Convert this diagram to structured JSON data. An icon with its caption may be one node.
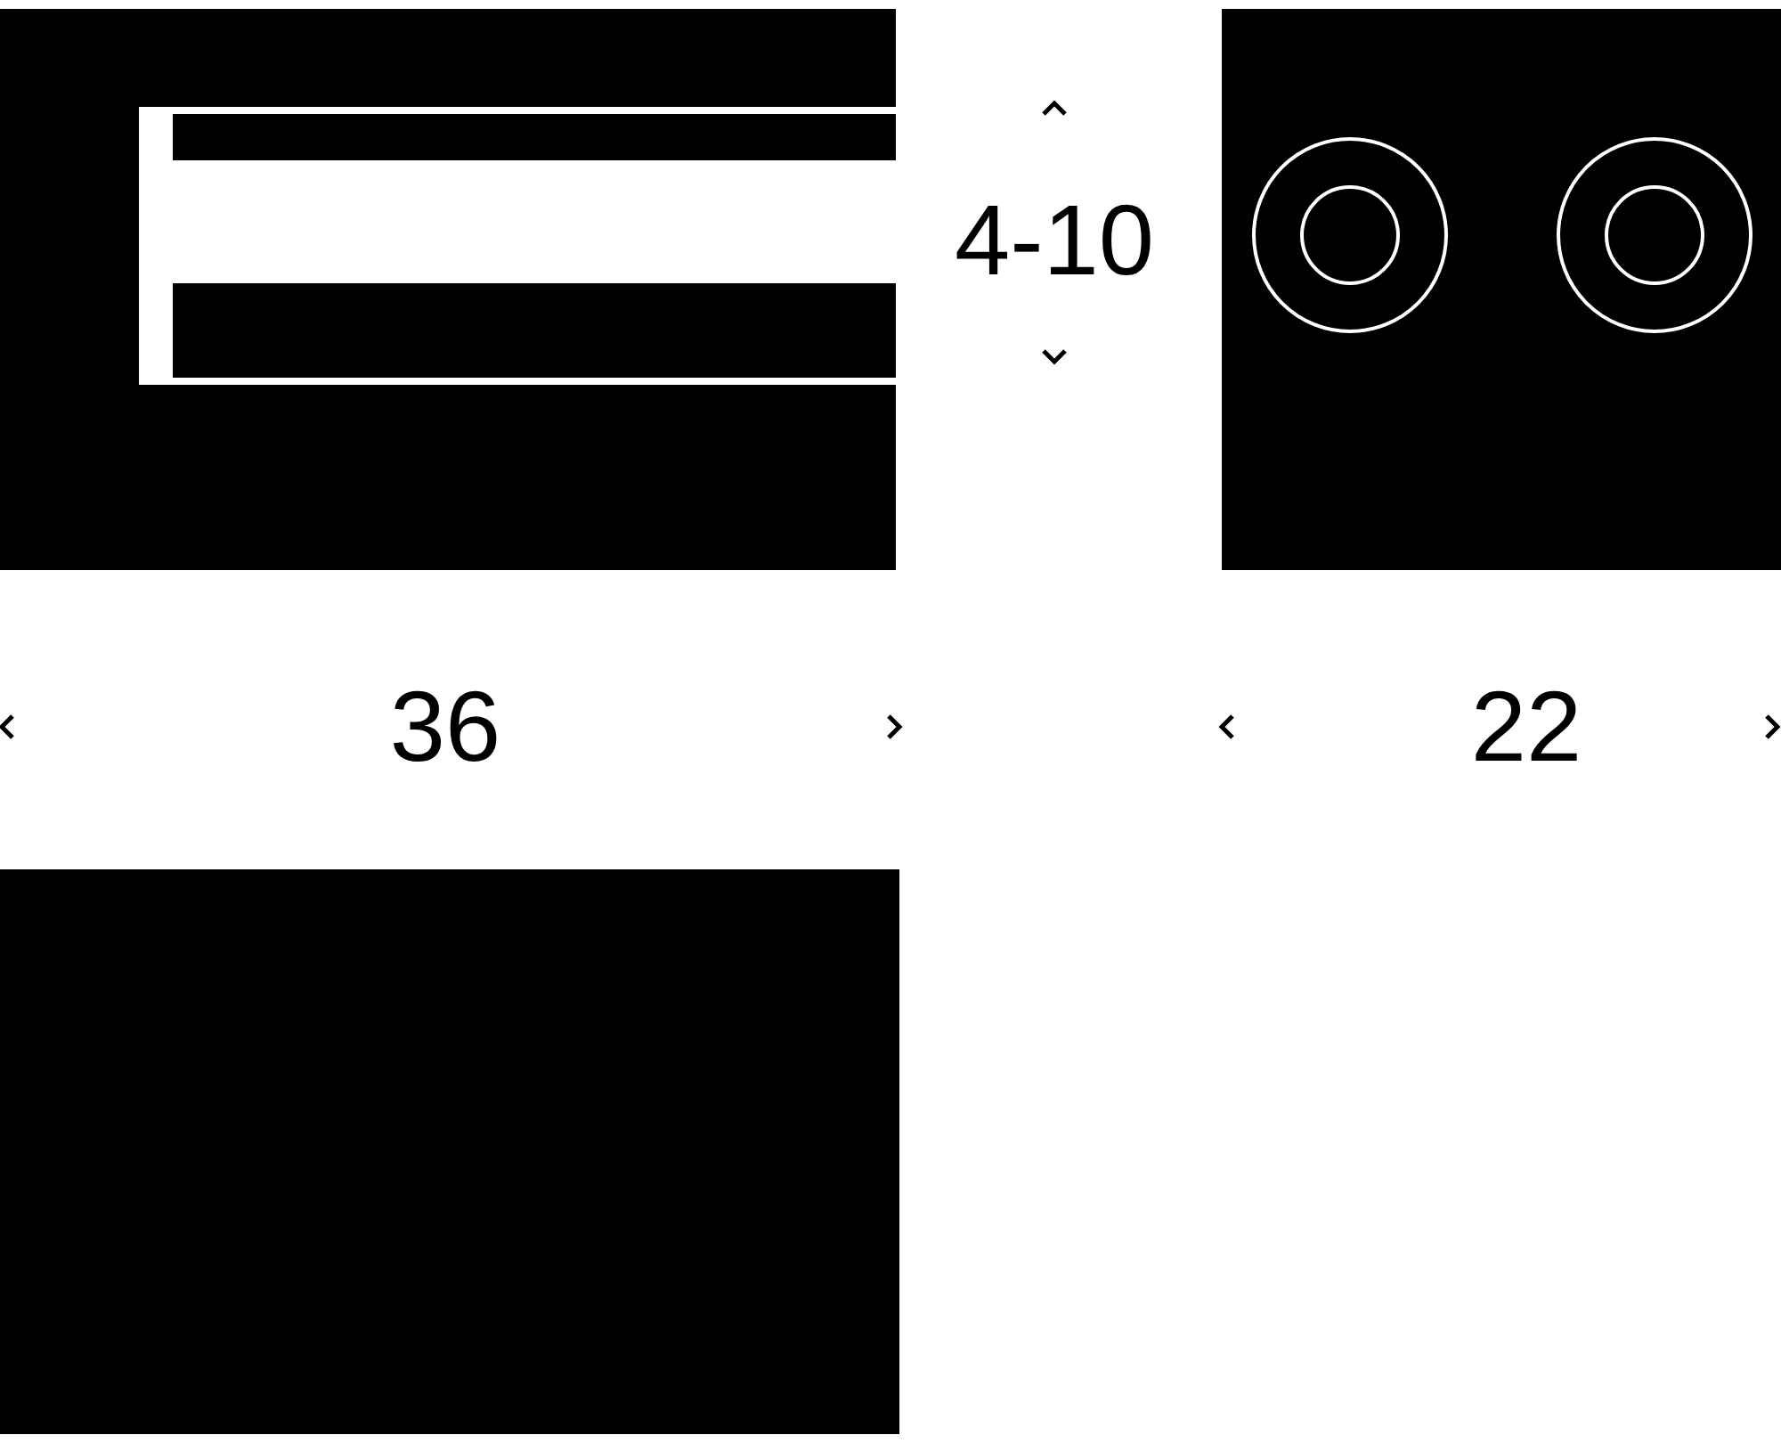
{
  "diagram": {
    "nodes": [
      {
        "text": [],
        "shape": "box"
      },
      {
        "text": [],
        "shape": "box"
      },
      {
        "text": [],
        "shape": "box"
      }
    ],
    "labels": [
      "4-10",
      "36",
      "22"
    ]
  }
}
